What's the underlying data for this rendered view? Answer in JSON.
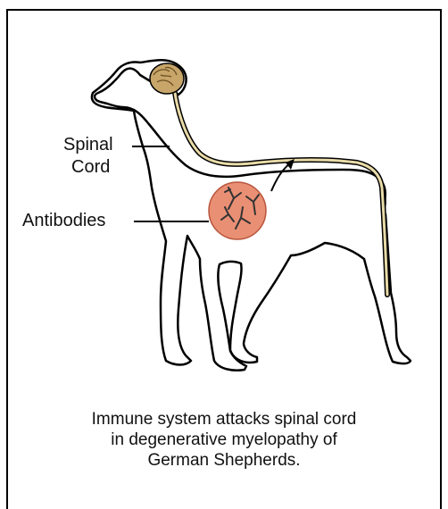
{
  "labels": {
    "spinal_cord_line1": "Spinal",
    "spinal_cord_line2": "Cord",
    "antibodies": "Antibodies"
  },
  "caption": {
    "line1": "Immune system attacks spinal cord",
    "line2": "in degenerative myelopathy of",
    "line3": "German Shepherds."
  },
  "colors": {
    "outline": "#000000",
    "brain": "#c8a66a",
    "spinal_cord": "#e9dba8",
    "antibody_circle": "#e98f74",
    "antibody_circle_stroke": "#b9553c",
    "antibody": "#333333"
  },
  "icons": {
    "antibody": "antibody-y-shape-icon",
    "arrow": "curved-arrow-icon"
  }
}
